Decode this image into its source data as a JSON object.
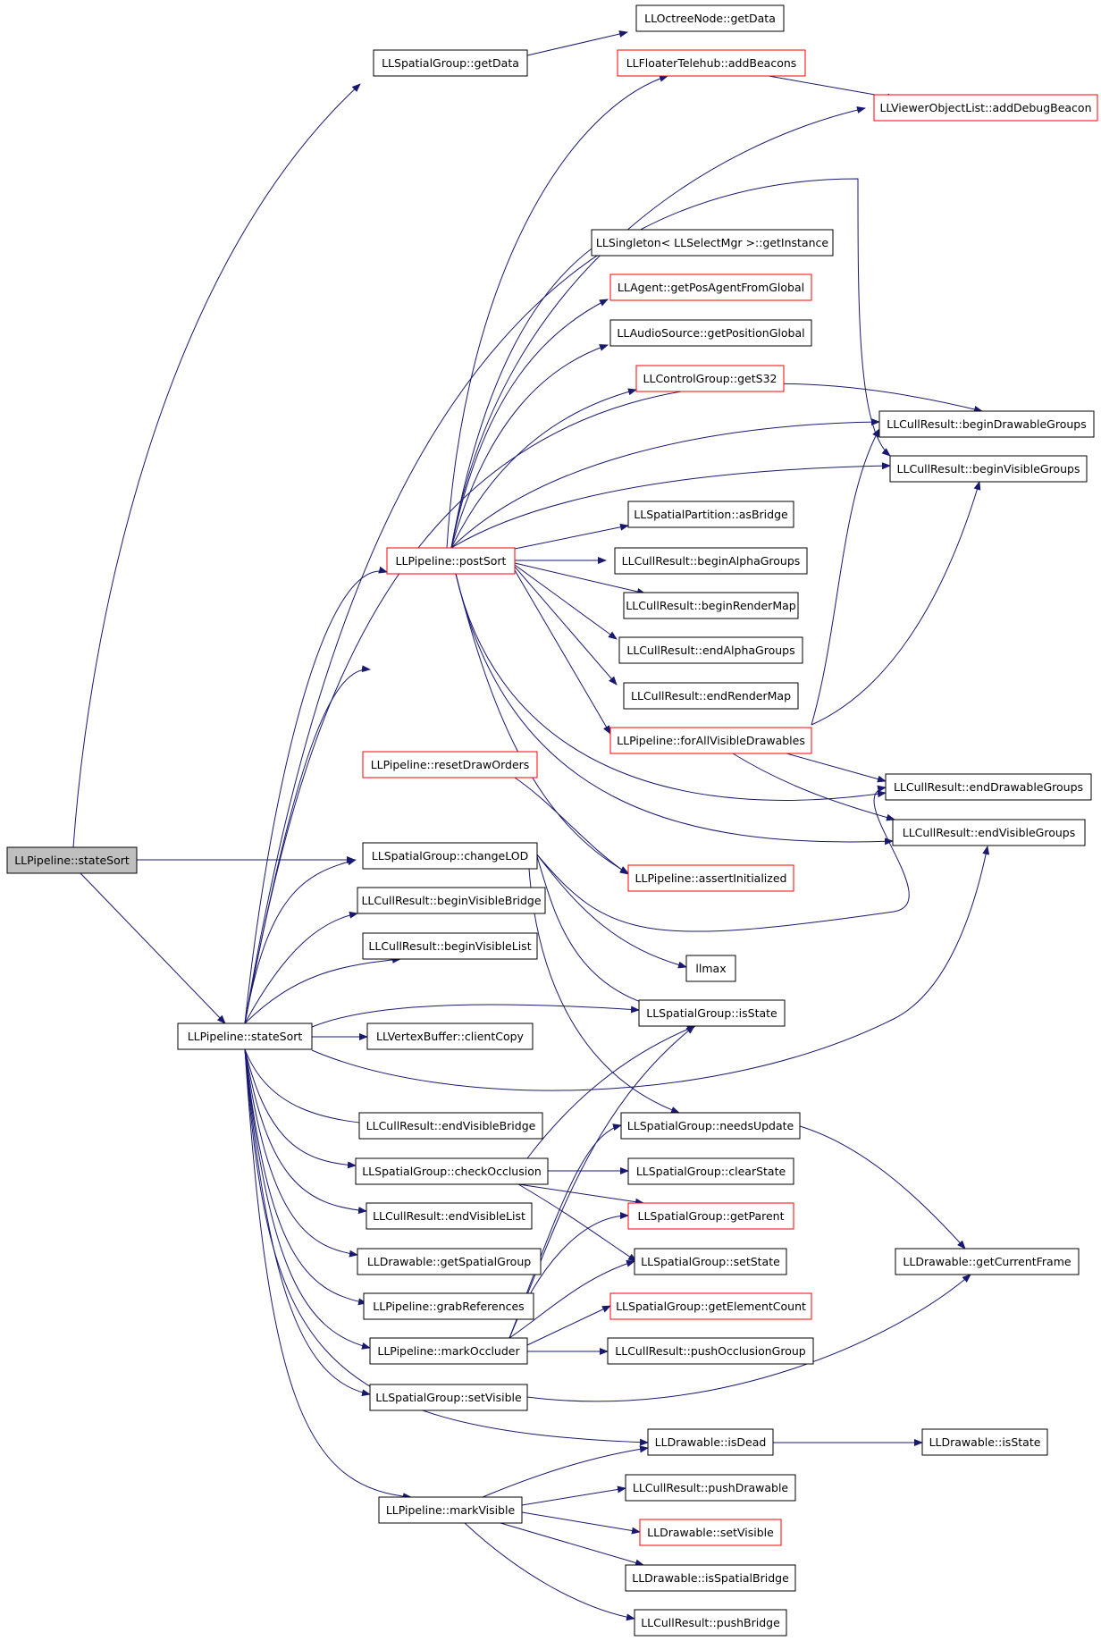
{
  "colors": {
    "edge": "#191970",
    "border": "#000000",
    "highlight_border": "#ff0000",
    "root_fill": "#bfbfbf"
  },
  "nodes": [
    {
      "id": "n0",
      "label": "LLPipeline::stateSort",
      "root": true
    },
    {
      "id": "n1",
      "label": "LLPipeline::stateSort"
    },
    {
      "id": "n2",
      "label": "LLSpatialGroup::getData"
    },
    {
      "id": "n3",
      "label": "LLOctreeNode::getData"
    },
    {
      "id": "n4",
      "label": "LLFloaterTelehub::addBeacons",
      "red": true
    },
    {
      "id": "n5",
      "label": "LLViewerObjectList::addDebugBeacon",
      "red": true
    },
    {
      "id": "n6",
      "label": "LLSingleton< LLSelectMgr >::getInstance"
    },
    {
      "id": "n7",
      "label": "LLAgent::getPosAgentFromGlobal",
      "red": true
    },
    {
      "id": "n8",
      "label": "LLAudioSource::getPositionGlobal"
    },
    {
      "id": "n9",
      "label": "LLControlGroup::getS32",
      "red": true
    },
    {
      "id": "n10",
      "label": "LLCullResult::beginDrawableGroups"
    },
    {
      "id": "n11",
      "label": "LLCullResult::beginVisibleGroups"
    },
    {
      "id": "n12",
      "label": "LLSpatialPartition::asBridge"
    },
    {
      "id": "n13",
      "label": "LLPipeline::postSort",
      "red": true
    },
    {
      "id": "n14",
      "label": "LLCullResult::beginAlphaGroups"
    },
    {
      "id": "n15",
      "label": "LLCullResult::beginRenderMap"
    },
    {
      "id": "n16",
      "label": "LLCullResult::endAlphaGroups"
    },
    {
      "id": "n17",
      "label": "LLCullResult::endRenderMap"
    },
    {
      "id": "n18",
      "label": "LLPipeline::forAllVisibleDrawables",
      "red": true
    },
    {
      "id": "n19",
      "label": "LLPipeline::resetDrawOrders",
      "red": true
    },
    {
      "id": "n20",
      "label": "LLCullResult::endDrawableGroups"
    },
    {
      "id": "n21",
      "label": "LLCullResult::endVisibleGroups"
    },
    {
      "id": "n22",
      "label": "LLSpatialGroup::changeLOD"
    },
    {
      "id": "n23",
      "label": "LLPipeline::assertInitialized",
      "red": true
    },
    {
      "id": "n24",
      "label": "LLCullResult::beginVisibleBridge"
    },
    {
      "id": "n25",
      "label": "LLCullResult::beginVisibleList"
    },
    {
      "id": "n26",
      "label": "llmax"
    },
    {
      "id": "n27",
      "label": "LLSpatialGroup::isState"
    },
    {
      "id": "n28",
      "label": "LLVertexBuffer::clientCopy"
    },
    {
      "id": "n29",
      "label": "LLCullResult::endVisibleBridge"
    },
    {
      "id": "n30",
      "label": "LLSpatialGroup::needsUpdate"
    },
    {
      "id": "n31",
      "label": "LLSpatialGroup::checkOcclusion"
    },
    {
      "id": "n32",
      "label": "LLSpatialGroup::clearState"
    },
    {
      "id": "n33",
      "label": "LLCullResult::endVisibleList"
    },
    {
      "id": "n34",
      "label": "LLSpatialGroup::getParent",
      "red": true
    },
    {
      "id": "n35",
      "label": "LLDrawable::getSpatialGroup"
    },
    {
      "id": "n36",
      "label": "LLSpatialGroup::setState"
    },
    {
      "id": "n37",
      "label": "LLDrawable::getCurrentFrame"
    },
    {
      "id": "n38",
      "label": "LLPipeline::grabReferences"
    },
    {
      "id": "n39",
      "label": "LLSpatialGroup::getElementCount",
      "red": true
    },
    {
      "id": "n40",
      "label": "LLPipeline::markOccluder"
    },
    {
      "id": "n41",
      "label": "LLCullResult::pushOcclusionGroup"
    },
    {
      "id": "n42",
      "label": "LLSpatialGroup::setVisible"
    },
    {
      "id": "n43",
      "label": "LLDrawable::isDead"
    },
    {
      "id": "n44",
      "label": "LLDrawable::isState"
    },
    {
      "id": "n45",
      "label": "LLCullResult::pushDrawable"
    },
    {
      "id": "n46",
      "label": "LLPipeline::markVisible"
    },
    {
      "id": "n47",
      "label": "LLDrawable::setVisible",
      "red": true
    },
    {
      "id": "n48",
      "label": "LLDrawable::isSpatialBridge"
    },
    {
      "id": "n49",
      "label": "LLCullResult::pushBridge"
    }
  ]
}
